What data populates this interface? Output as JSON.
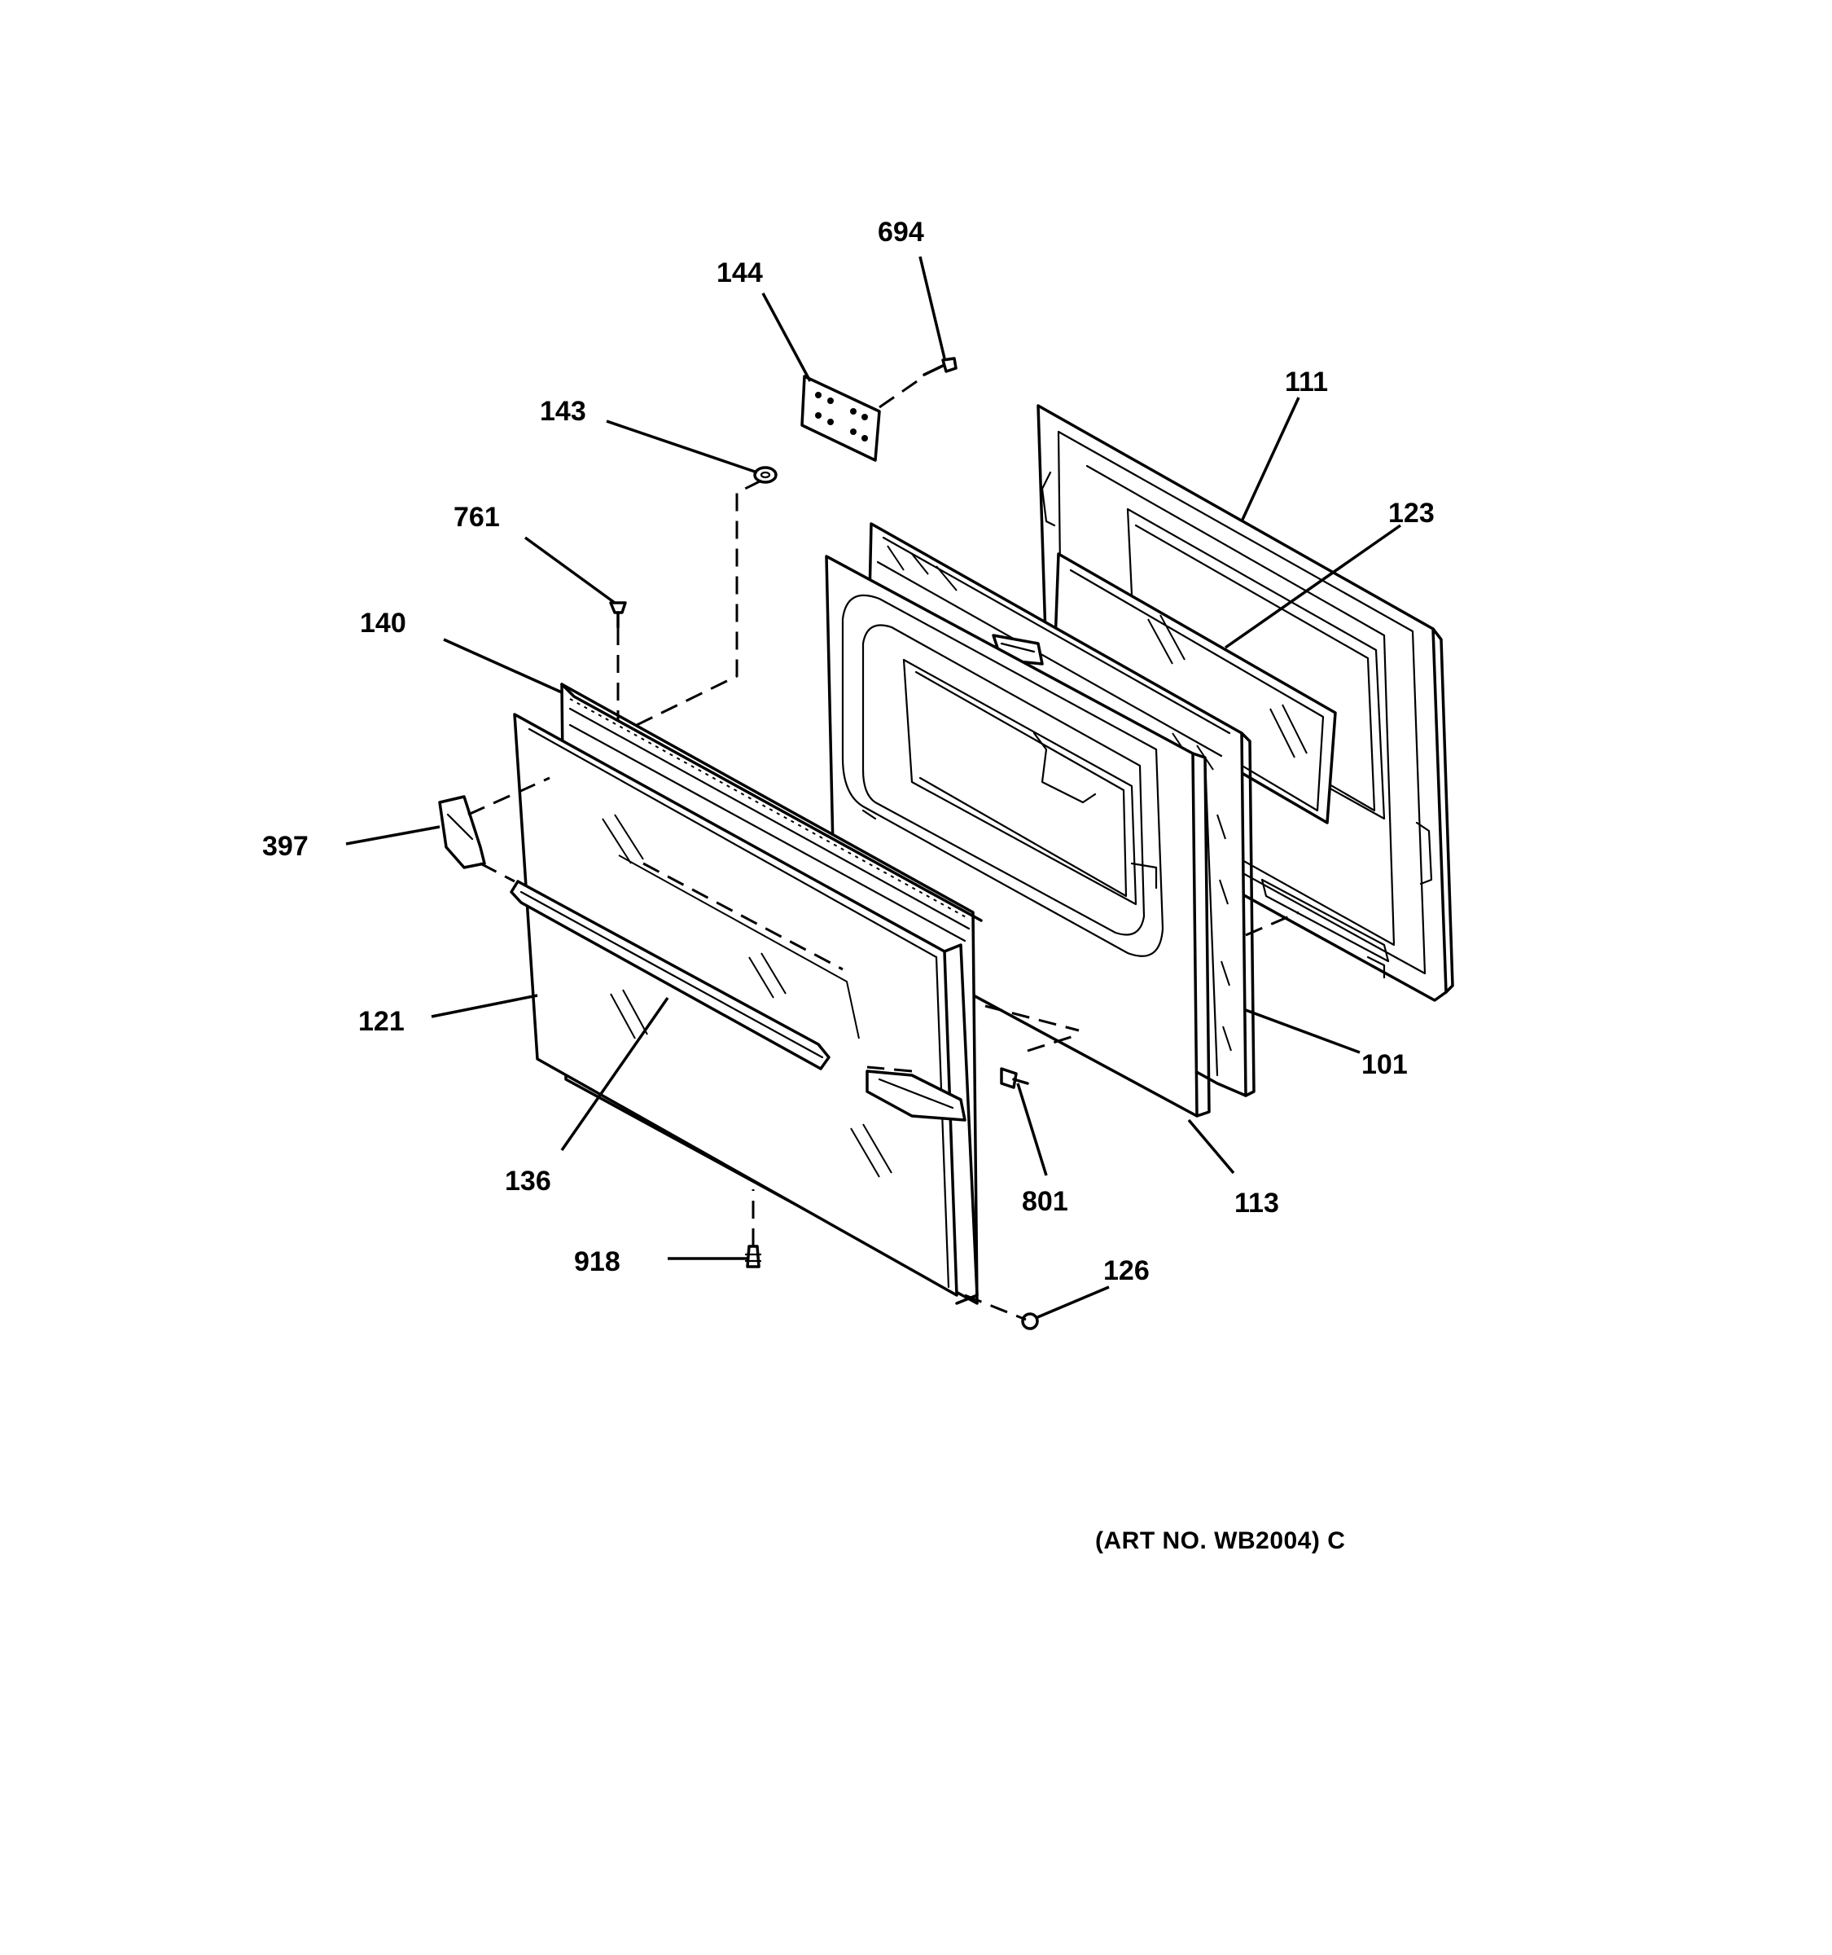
{
  "diagram": {
    "callouts": [
      {
        "id": "694",
        "label": "694"
      },
      {
        "id": "144",
        "label": "144"
      },
      {
        "id": "143",
        "label": "143"
      },
      {
        "id": "111",
        "label": "111"
      },
      {
        "id": "123",
        "label": "123"
      },
      {
        "id": "761",
        "label": "761"
      },
      {
        "id": "140",
        "label": "140"
      },
      {
        "id": "397",
        "label": "397"
      },
      {
        "id": "121",
        "label": "121"
      },
      {
        "id": "101",
        "label": "101"
      },
      {
        "id": "136",
        "label": "136"
      },
      {
        "id": "801",
        "label": "801"
      },
      {
        "id": "113",
        "label": "113"
      },
      {
        "id": "918",
        "label": "918"
      },
      {
        "id": "126",
        "label": "126"
      }
    ],
    "art_number": "(ART NO. WB2004) C"
  }
}
